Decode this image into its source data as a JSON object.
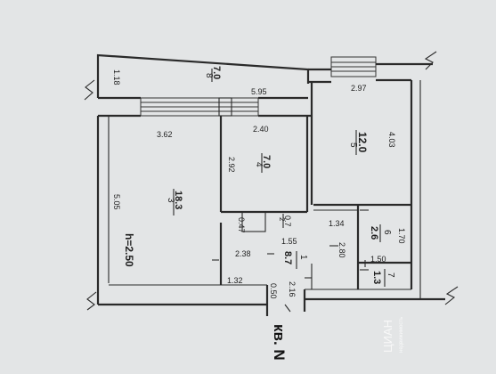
{
  "rooms": [
    {
      "num": "8",
      "area": "7.0"
    },
    {
      "num": "5",
      "area": "12.0"
    },
    {
      "num": "4",
      "area": "7.0"
    },
    {
      "num": "3",
      "area": "18.3"
    },
    {
      "num": "2",
      "area": "0.7"
    },
    {
      "num": "6",
      "area": "2.6"
    },
    {
      "num": "1",
      "area": "8.7"
    },
    {
      "num": "7",
      "area": "1.3"
    }
  ],
  "dims": {
    "d_1_18": "1.18",
    "d_5_95": "5.95",
    "d_2_97": "2.97",
    "d_3_62": "3.62",
    "d_2_40": "2.40",
    "d_4_03": "4.03",
    "d_2_92": "2.92",
    "d_5_05": "5.05",
    "d_0_47": "0.47",
    "d_1_55": "1.55",
    "d_1_34": "1.34",
    "d_1_70": "1.70",
    "d_2_38": "2.38",
    "d_2_80": "2.80",
    "d_1_50": "1.50",
    "d_1_32": "1.32",
    "d_0_50": "0.50",
    "d_2_16": "2.16"
  },
  "ceiling_height": "h=2.50",
  "apartment_label": "кв. N",
  "watermark": {
    "brand": "ЦИАН",
    "sub": "недвижимость"
  }
}
